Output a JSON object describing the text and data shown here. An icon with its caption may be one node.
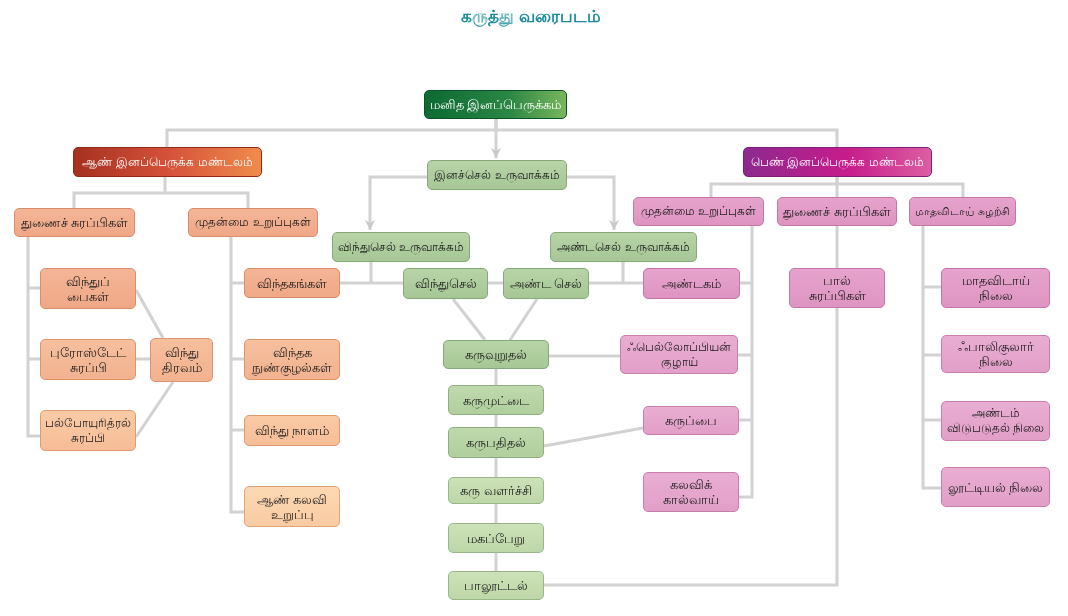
{
  "diagram": {
    "title": "கருத்து வரைபடம்",
    "nodes": [
      {
        "text": [
          "மனித இனப்பெருக்கம்"
        ]
      },
      {
        "text": [
          "ஆண் இனப்பெருக்க மண்டலம்"
        ]
      },
      {
        "text": [
          "இனச்செல் உருவாக்கம்"
        ]
      },
      {
        "text": [
          "பெண் இனப்பெருக்க மண்டலம்"
        ]
      },
      {
        "text": [
          "துணைச் சுரப்பிகள்"
        ]
      },
      {
        "text": [
          "முதன்மை உறுப்புகள்"
        ]
      },
      {
        "text": [
          "விந்துசெல் உருவாக்கம்"
        ]
      },
      {
        "text": [
          "அண்டசெல் உருவாக்கம்"
        ]
      },
      {
        "text": [
          "முதன்மை உறுப்புகள்"
        ]
      },
      {
        "text": [
          "துணைச் சுரப்பிகள்"
        ]
      },
      {
        "text": [
          "மாதவிடாய் சுழற்சி"
        ]
      },
      {
        "text": [
          "விந்துப் பைகள்"
        ]
      },
      {
        "text": [
          "விந்தகங்கள்"
        ]
      },
      {
        "text": [
          "விந்துசெல்"
        ]
      },
      {
        "text": [
          "அண்ட செல்"
        ]
      },
      {
        "text": [
          "அண்டகம்"
        ]
      },
      {
        "text": [
          "பால் சுரப்பிகள்"
        ]
      },
      {
        "text": [
          "மாதவிடாய் நிலை"
        ]
      },
      {
        "text": [
          "புரோஸ்டேட் சுரப்பி"
        ]
      },
      {
        "text": [
          "விந்து திரவம்"
        ]
      },
      {
        "text": [
          "விந்தக நுண்குழல்கள்"
        ]
      },
      {
        "text": [
          "கருவுறுதல்"
        ]
      },
      {
        "text": [
          "ஃபெல்லோப்பியன் குழாய்"
        ]
      },
      {
        "text": [
          "ஃபாலிகுலார் நிலை"
        ]
      },
      {
        "text": [
          "பல்போயுரித்ரல் சுரப்பி"
        ]
      },
      {
        "text": [
          "விந்து நாளம்"
        ]
      },
      {
        "text": [
          "கருமுட்டை"
        ]
      },
      {
        "text": [
          "கருபதிதல்"
        ]
      },
      {
        "text": [
          "கருப்பை"
        ]
      },
      {
        "text": [
          "அண்டம் விடுபடுதல் நிலை"
        ]
      },
      {
        "text": [
          "ஆண் கலவி உறுப்பு"
        ]
      },
      {
        "text": [
          "கரு வளர்ச்சி"
        ]
      },
      {
        "text": [
          "கலவிக் கால்வாய்"
        ]
      },
      {
        "text": [
          "லூட்டியல் நிலை"
        ]
      },
      {
        "text": [
          "மகப்பேறு"
        ]
      },
      {
        "text": [
          "பாலூட்டல்"
        ]
      }
    ],
    "edges": [
      {
        "from": 0,
        "to": 1,
        "arrow": "none"
      },
      {
        "from": 0,
        "to": 2,
        "arrow": "to"
      },
      {
        "from": 0,
        "to": 3,
        "arrow": "none"
      },
      {
        "from": 1,
        "to": 4,
        "arrow": "none"
      },
      {
        "from": 1,
        "to": 5,
        "arrow": "none"
      },
      {
        "from": 2,
        "to": 6,
        "arrow": "to"
      },
      {
        "from": 2,
        "to": 7,
        "arrow": "to"
      },
      {
        "from": 3,
        "to": 8,
        "arrow": "none"
      },
      {
        "from": 3,
        "to": 9,
        "arrow": "none"
      },
      {
        "from": 3,
        "to": 10,
        "arrow": "none"
      },
      {
        "from": 4,
        "to": 11,
        "arrow": "none"
      },
      {
        "from": 4,
        "to": 18,
        "arrow": "none"
      },
      {
        "from": 4,
        "to": 24,
        "arrow": "none"
      },
      {
        "from": 5,
        "to": 12,
        "arrow": "none"
      },
      {
        "from": 5,
        "to": 20,
        "arrow": "none"
      },
      {
        "from": 5,
        "to": 25,
        "arrow": "none"
      },
      {
        "from": 5,
        "to": 30,
        "arrow": "none"
      },
      {
        "from": 11,
        "to": 19,
        "arrow": "none"
      },
      {
        "from": 18,
        "to": 19,
        "arrow": "none"
      },
      {
        "from": 24,
        "to": 19,
        "arrow": "none"
      },
      {
        "from": 6,
        "to": 12,
        "arrow": "none"
      },
      {
        "from": 6,
        "to": 13,
        "arrow": "none"
      },
      {
        "from": 13,
        "to": 14,
        "arrow": "none"
      },
      {
        "from": 7,
        "to": 14,
        "arrow": "none"
      },
      {
        "from": 7,
        "to": 15,
        "arrow": "none"
      },
      {
        "from": 8,
        "to": 15,
        "arrow": "none"
      },
      {
        "from": 8,
        "to": 22,
        "arrow": "none"
      },
      {
        "from": 8,
        "to": 28,
        "arrow": "none"
      },
      {
        "from": 8,
        "to": 32,
        "arrow": "none"
      },
      {
        "from": 9,
        "to": 16,
        "arrow": "none"
      },
      {
        "from": 10,
        "to": 17,
        "arrow": "none"
      },
      {
        "from": 10,
        "to": 23,
        "arrow": "none"
      },
      {
        "from": 10,
        "to": 29,
        "arrow": "none"
      },
      {
        "from": 10,
        "to": 33,
        "arrow": "none"
      },
      {
        "from": 13,
        "to": 21,
        "arrow": "none"
      },
      {
        "from": 14,
        "to": 21,
        "arrow": "none"
      },
      {
        "from": 21,
        "to": 22,
        "arrow": "none"
      },
      {
        "from": 21,
        "to": 26,
        "arrow": "none"
      },
      {
        "from": 26,
        "to": 27,
        "arrow": "none"
      },
      {
        "from": 27,
        "to": 28,
        "arrow": "none"
      },
      {
        "from": 27,
        "to": 31,
        "arrow": "none"
      },
      {
        "from": 31,
        "to": 34,
        "arrow": "none"
      },
      {
        "from": 34,
        "to": 35,
        "arrow": "none"
      },
      {
        "from": 35,
        "to": 16,
        "arrow": "none"
      }
    ]
  }
}
